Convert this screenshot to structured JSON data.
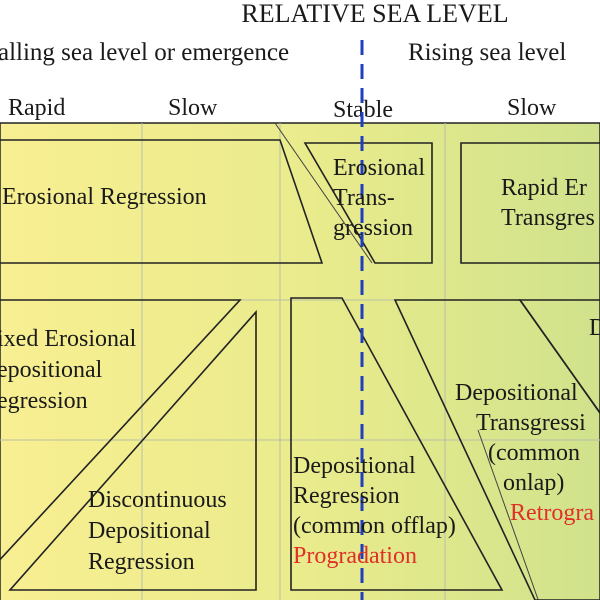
{
  "title": "RELATIVE SEA LEVEL",
  "falling_label": "alling sea level or emergence",
  "rising_label": "Rising sea level",
  "rates": {
    "rapid_fall": "Rapid",
    "slow_fall": "Slow",
    "stable": "Stable",
    "slow_rise": "Slow"
  },
  "fields": {
    "erosional_regression": "Erosional Regression",
    "erosional_transgression": [
      "Erosional",
      "Trans-",
      "gression"
    ],
    "rapid_erosional_transgression": [
      "Rapid Er",
      "Transgres"
    ],
    "mixed_erosional_depositional_regression": [
      "ixed Erosional",
      "epositional",
      "egression"
    ],
    "discontinuous_depositional_regression": [
      "Discontinuous",
      "Depositional",
      "Regression"
    ],
    "depositional_regression": [
      "Depositional",
      "Regression",
      "(common offlap)"
    ],
    "progradation": "Progradation",
    "depositional_transgression": [
      "Depositional",
      "Transgressi",
      "(common",
      "onlap)"
    ],
    "retrogradation": "Retrogra",
    "partial_label": "D"
  },
  "colors": {
    "gradient_start": "#f6ec8a",
    "gradient_end": "#d3e48c",
    "line": "#222222",
    "stable_line": "#1f3fbf",
    "accent_red": "#e0302a"
  }
}
